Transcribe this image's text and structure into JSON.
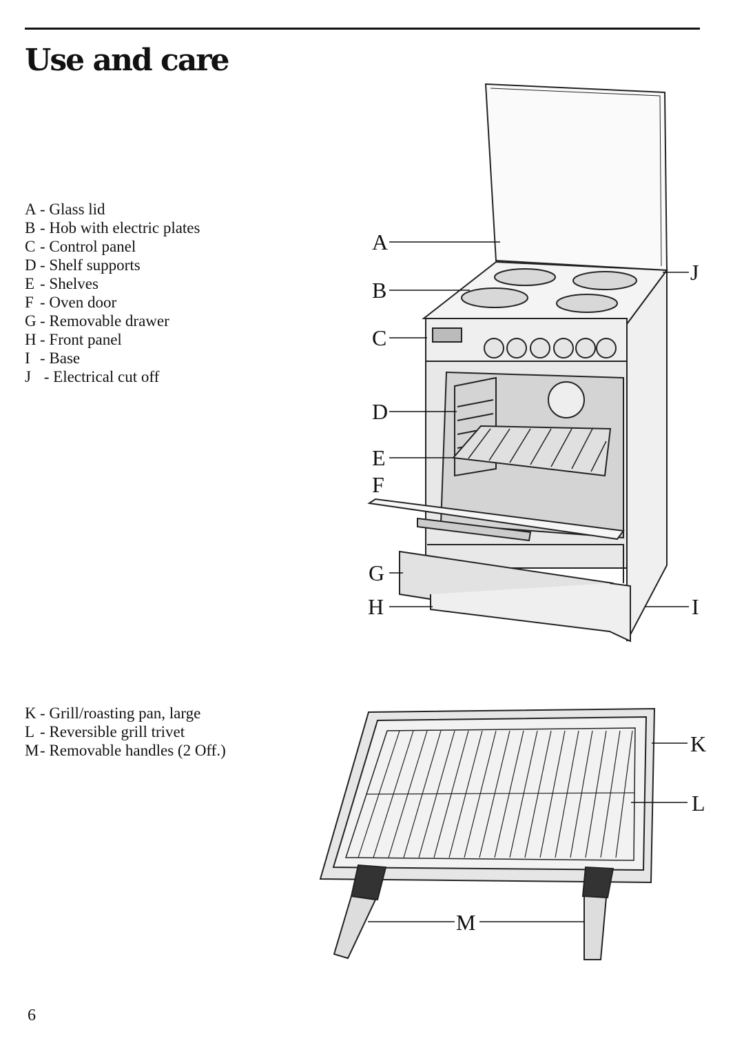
{
  "heading": "Use and care",
  "cooker_parts": [
    {
      "key": "A",
      "text": "- Glass lid"
    },
    {
      "key": "B",
      "text": "- Hob with electric plates"
    },
    {
      "key": "C",
      "text": "- Control panel"
    },
    {
      "key": "D",
      "text": "- Shelf supports"
    },
    {
      "key": "E",
      "text": "- Shelves"
    },
    {
      "key": "F",
      "text": "- Oven door"
    },
    {
      "key": "G",
      "text": "- Removable drawer"
    },
    {
      "key": "H",
      "text": "- Front panel"
    },
    {
      "key": "I",
      "text": "- Base"
    },
    {
      "key": "J",
      "text": " - Electrical cut off"
    }
  ],
  "accessory_parts": [
    {
      "key": "K",
      "text": "- Grill/roasting pan, large"
    },
    {
      "key": "L",
      "text": "- Reversible grill trivet"
    },
    {
      "key": "M",
      "text": "- Removable handles (2 Off.)"
    }
  ],
  "page_number": "6"
}
